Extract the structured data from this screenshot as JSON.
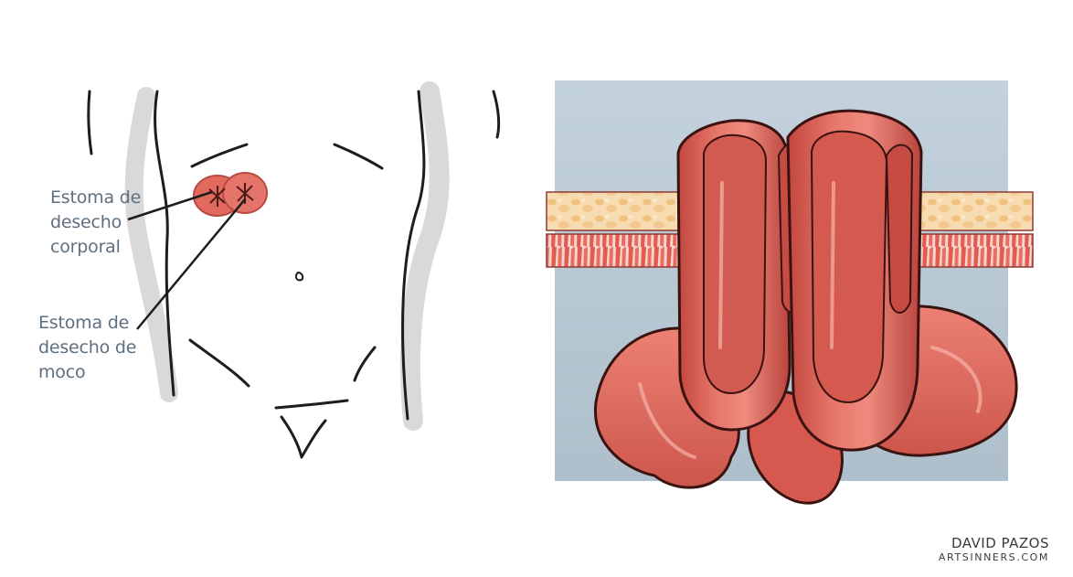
{
  "labels": {
    "body_waste_stoma": [
      "Estoma de",
      "desecho",
      "corporal"
    ],
    "mucus_waste_stoma": [
      "Estoma de",
      "desecho de",
      "moco"
    ]
  },
  "signature": {
    "name": "DAVID PAZOS",
    "site": "ARTSINNERS.COM"
  },
  "colors": {
    "label_text": "#5e6f7f",
    "stoma": "#e2695e",
    "intestine": "#df6a5f",
    "intestine_shadow": "#b9443d",
    "fat_layer": "#f4cf9d",
    "muscle_layer": "#e65a4f",
    "panel_background": "#b9cad6"
  }
}
